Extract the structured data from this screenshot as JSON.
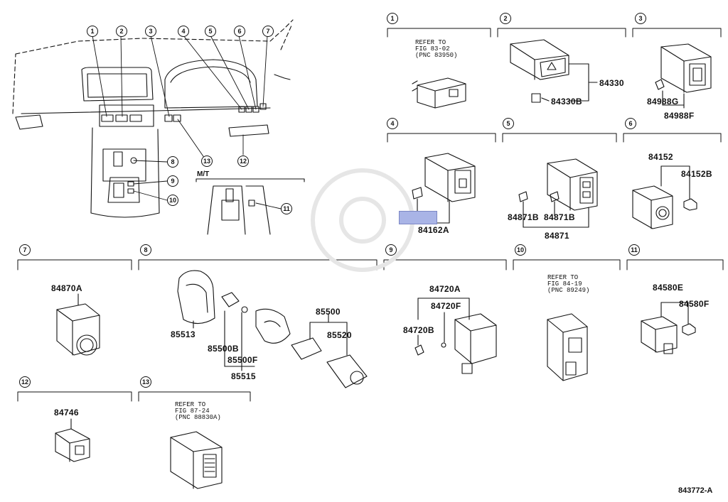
{
  "diagram": {
    "figure_id": "843772-A",
    "mt_label": "M/T",
    "overview_callouts": [
      "1",
      "2",
      "3",
      "4",
      "5",
      "6",
      "7",
      "8",
      "9",
      "10",
      "11",
      "12",
      "13"
    ],
    "sections": [
      {
        "num": "1",
        "parts": [],
        "refer": [
          "REFER TO",
          "FIG 83-02",
          "(PNC 83950)"
        ]
      },
      {
        "num": "2",
        "parts": [
          "84330",
          "84330B"
        ]
      },
      {
        "num": "3",
        "parts": [
          "84988G",
          "84988F"
        ]
      },
      {
        "num": "4",
        "parts": [
          "84162A"
        ]
      },
      {
        "num": "5",
        "parts": [
          "84871B",
          "84871B",
          "84871"
        ]
      },
      {
        "num": "6",
        "parts": [
          "84152",
          "84152B"
        ]
      },
      {
        "num": "7",
        "parts": [
          "84870A"
        ]
      },
      {
        "num": "8",
        "parts": [
          "85513",
          "85500B",
          "85500F",
          "85515",
          "85500",
          "85520"
        ]
      },
      {
        "num": "9",
        "parts": [
          "84720A",
          "84720F",
          "84720B"
        ]
      },
      {
        "num": "10",
        "parts": [],
        "refer": [
          "REFER TO",
          "FIG 84-19",
          "(PNC 89249)"
        ]
      },
      {
        "num": "11",
        "parts": [
          "84580E",
          "84580F"
        ]
      },
      {
        "num": "12",
        "parts": [
          "84746"
        ]
      },
      {
        "num": "13",
        "parts": [],
        "refer": [
          "REFER TO",
          "FIG 87-24",
          "(PNC 88830A)"
        ]
      }
    ]
  }
}
